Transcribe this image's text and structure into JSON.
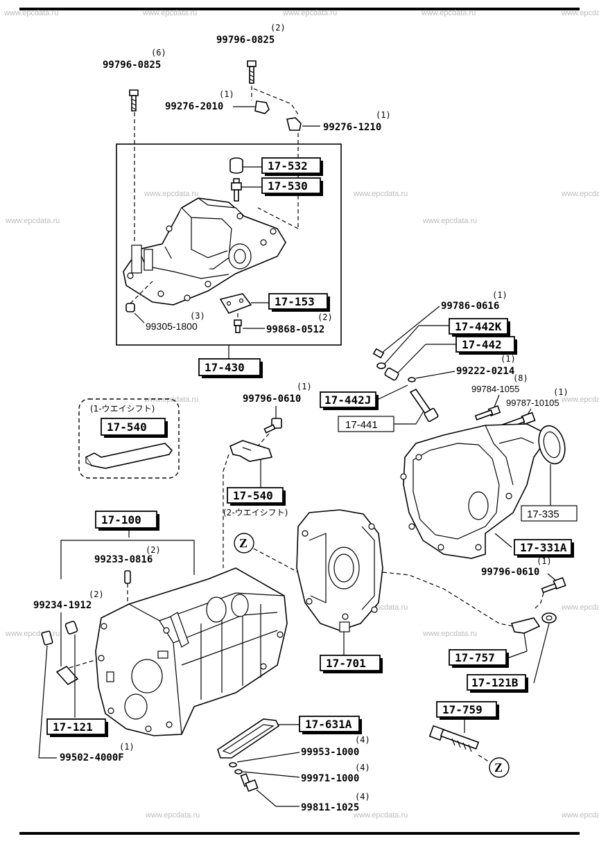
{
  "watermark": "www.epcdata.ru",
  "group_box_label": "17-430",
  "one_way_label": "(1-ウエイシフト)",
  "two_way_label": "(2-ウエイシフト)",
  "zone_ref": "Z",
  "parts": {
    "p99796_0825_a": {
      "num": "99796-0825",
      "qty": "(6)"
    },
    "p99796_0825_b": {
      "num": "99796-0825",
      "qty": "(2)"
    },
    "p99276_2010": {
      "num": "99276-2010",
      "qty": "(1)"
    },
    "p99276_1210": {
      "num": "99276-1210",
      "qty": "(1)"
    },
    "r17_532": {
      "num": "17-532"
    },
    "r17_530": {
      "num": "17-530"
    },
    "r17_153": {
      "num": "17-153"
    },
    "p99305_1800": {
      "num": "99305-1800",
      "qty": "(3)"
    },
    "p99868_0512": {
      "num": "99868-0512",
      "qty": "(2)"
    },
    "p99786_0616": {
      "num": "99786-0616",
      "qty": "(1)"
    },
    "r17_442k": {
      "num": "17-442K"
    },
    "r17_442": {
      "num": "17-442"
    },
    "p99222_0214": {
      "num": "99222-0214",
      "qty": "(1)"
    },
    "p99784_1055": {
      "num": "99784-1055",
      "qty": "(8)"
    },
    "p99787_10105": {
      "num": "99787-10105",
      "qty": "(1)"
    },
    "r17_442j": {
      "num": "17-442J"
    },
    "r17_441": {
      "num": "17-441"
    },
    "p99796_0610_a": {
      "num": "99796-0610",
      "qty": "(1)"
    },
    "r17_540_a": {
      "num": "17-540"
    },
    "r17_540_b": {
      "num": "17-540"
    },
    "r17_335": {
      "num": "17-335"
    },
    "r17_331a": {
      "num": "17-331A"
    },
    "r17_100": {
      "num": "17-100"
    },
    "p99233_0816": {
      "num": "99233-0816",
      "qty": "(2)"
    },
    "p99234_1912": {
      "num": "99234-1912",
      "qty": "(2)"
    },
    "p99796_0610_b": {
      "num": "99796-0610",
      "qty": "(1)"
    },
    "r17_701": {
      "num": "17-701"
    },
    "r17_757": {
      "num": "17-757"
    },
    "r17_121b": {
      "num": "17-121B"
    },
    "r17_121": {
      "num": "17-121"
    },
    "r17_759": {
      "num": "17-759"
    },
    "r17_631a": {
      "num": "17-631A"
    },
    "p99953_1000": {
      "num": "99953-1000",
      "qty": "(4)"
    },
    "p99971_1000": {
      "num": "99971-1000",
      "qty": "(4)"
    },
    "p99811_1025": {
      "num": "99811-1025",
      "qty": "(4)"
    },
    "p99502_4000f": {
      "num": "99502-4000F",
      "qty": "(1)"
    }
  }
}
